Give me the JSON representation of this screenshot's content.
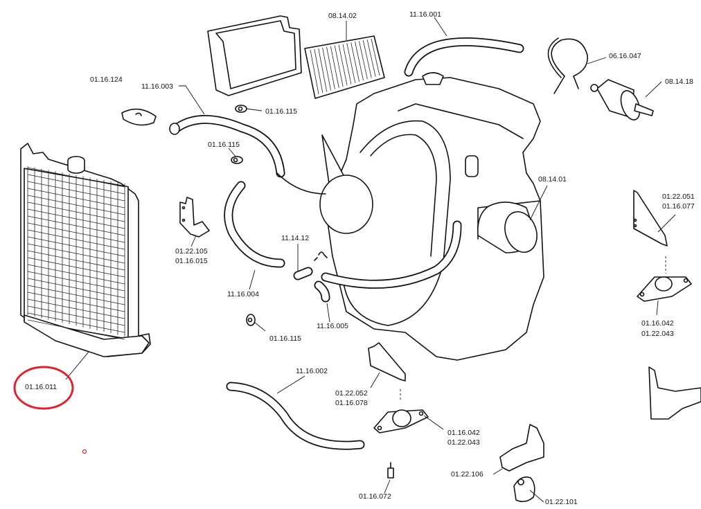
{
  "diagram": {
    "labels": {
      "air_filter": "08.14.02",
      "breather_hose": "11.16.001",
      "hose_clamp": "06.16.047",
      "fuel_filter": "08.14.18",
      "radiator_cap": "01.16.124",
      "upper_hose": "11.16.003",
      "hose_clip_top": "01.16.115",
      "hose_clip_mid": "01.16.115",
      "oil_filter": "08.14.01",
      "right_bracket_a": "01.22.051",
      "right_bracket_b": "01.16.077",
      "left_bracket_a": "01.22.105",
      "left_bracket_b": "01.16.015",
      "connector": "11.14.12",
      "lower_hose": "11.16.004",
      "short_hose": "11.16.005",
      "hose_clip_low": "01.16.115",
      "right_mount_a": "01.16.042",
      "right_mount_b": "01.22.043",
      "radiator": "01.16.011",
      "bottom_hose": "11.16.002",
      "center_bracket_a": "01.22.052",
      "center_bracket_b": "01.16.078",
      "center_mount_a": "01.16.042",
      "center_mount_b": "01.22.043",
      "gearbox_bracket": "01.22.106",
      "stud": "01.16.072",
      "rubber_mount": "01.22.101"
    },
    "highlight_color": "#e0202a",
    "highlighted_part": "01.16.011"
  }
}
